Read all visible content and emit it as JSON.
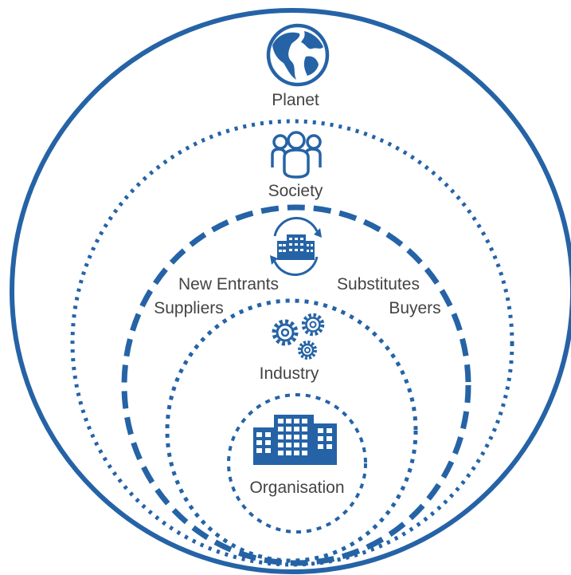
{
  "colors": {
    "accent": "#2563a6",
    "text": "#444444",
    "background": "#ffffff"
  },
  "levels": [
    {
      "key": "planet",
      "label": "Planet",
      "icon": "globe-icon",
      "border": "solid"
    },
    {
      "key": "society",
      "label": "Society",
      "icon": "people-icon",
      "border": "dotted"
    },
    {
      "key": "market",
      "label": "",
      "icon": "building-cycle-icon",
      "border": "dashed",
      "forces": {
        "new_entrants": "New Entrants",
        "substitutes": "Substitutes",
        "suppliers": "Suppliers",
        "buyers": "Buyers"
      }
    },
    {
      "key": "industry",
      "label": "Industry",
      "icon": "gears-icon",
      "border": "dotted"
    },
    {
      "key": "organisation",
      "label": "Organisation",
      "icon": "office-buildings-icon",
      "border": "dotted"
    }
  ]
}
